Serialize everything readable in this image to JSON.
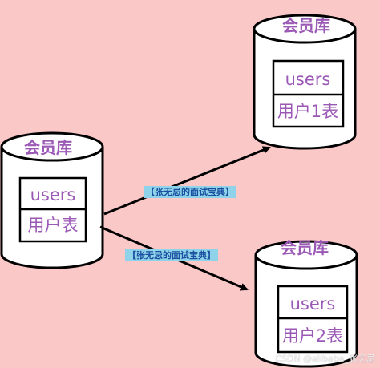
{
  "databases": [
    {
      "id": "db-left",
      "title": "会员库",
      "table_name": "users",
      "table_label": "用户表"
    },
    {
      "id": "db-top-right",
      "title": "会员库",
      "table_name": "users",
      "table_label": "用户1表"
    },
    {
      "id": "db-bottom-right",
      "title": "会员库",
      "table_name": "users",
      "table_label": "用户2表"
    }
  ],
  "captions": {
    "upper": "【张无忌的面试宝典】",
    "lower": "【张无忌的面试宝典】"
  },
  "watermark": "CSDN @alibaba_张无忌",
  "colors": {
    "background": "#fbc8c8",
    "text_purple": "#9b59b6",
    "caption_bg": "#8fd3ea",
    "caption_text": "#1a4fa0"
  }
}
